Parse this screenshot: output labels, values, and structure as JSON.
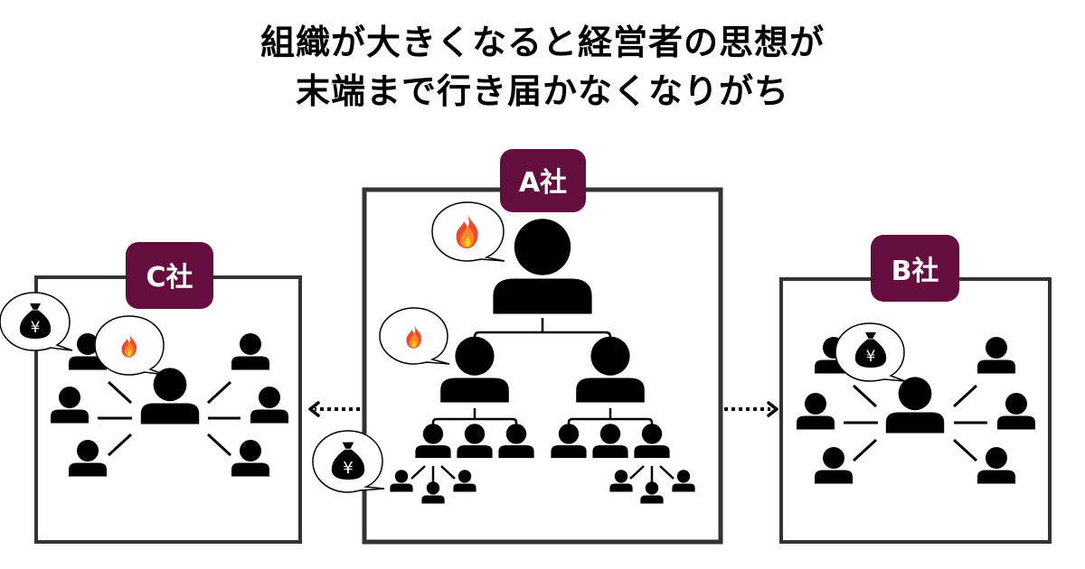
{
  "title": {
    "line1": "組織が大きくなると経営者の思想が",
    "line2": "末端まで行き届かなくなりがち"
  },
  "colors": {
    "badge": "#660d3f",
    "frame": "#333333",
    "person": "#000000",
    "flame_outer": "#f04a2e",
    "flame_mid": "#f78a25",
    "flame_inner": "#ffd21f"
  },
  "companies": [
    {
      "id": "A",
      "label": "A社",
      "structure": "hierarchy",
      "bubbles": [
        "flame",
        "flame",
        "money-bag-yen"
      ]
    },
    {
      "id": "B",
      "label": "B社",
      "structure": "hub",
      "bubbles": [
        "money-bag-yen"
      ]
    },
    {
      "id": "C",
      "label": "C社",
      "structure": "hub",
      "bubbles": [
        "money-bag-yen",
        "flame"
      ]
    }
  ],
  "arrows": [
    {
      "from": "A社",
      "to": "C社",
      "style": "dotted"
    },
    {
      "from": "A社",
      "to": "B社",
      "style": "dotted"
    }
  ],
  "icons": {
    "yen_symbol": "¥"
  }
}
